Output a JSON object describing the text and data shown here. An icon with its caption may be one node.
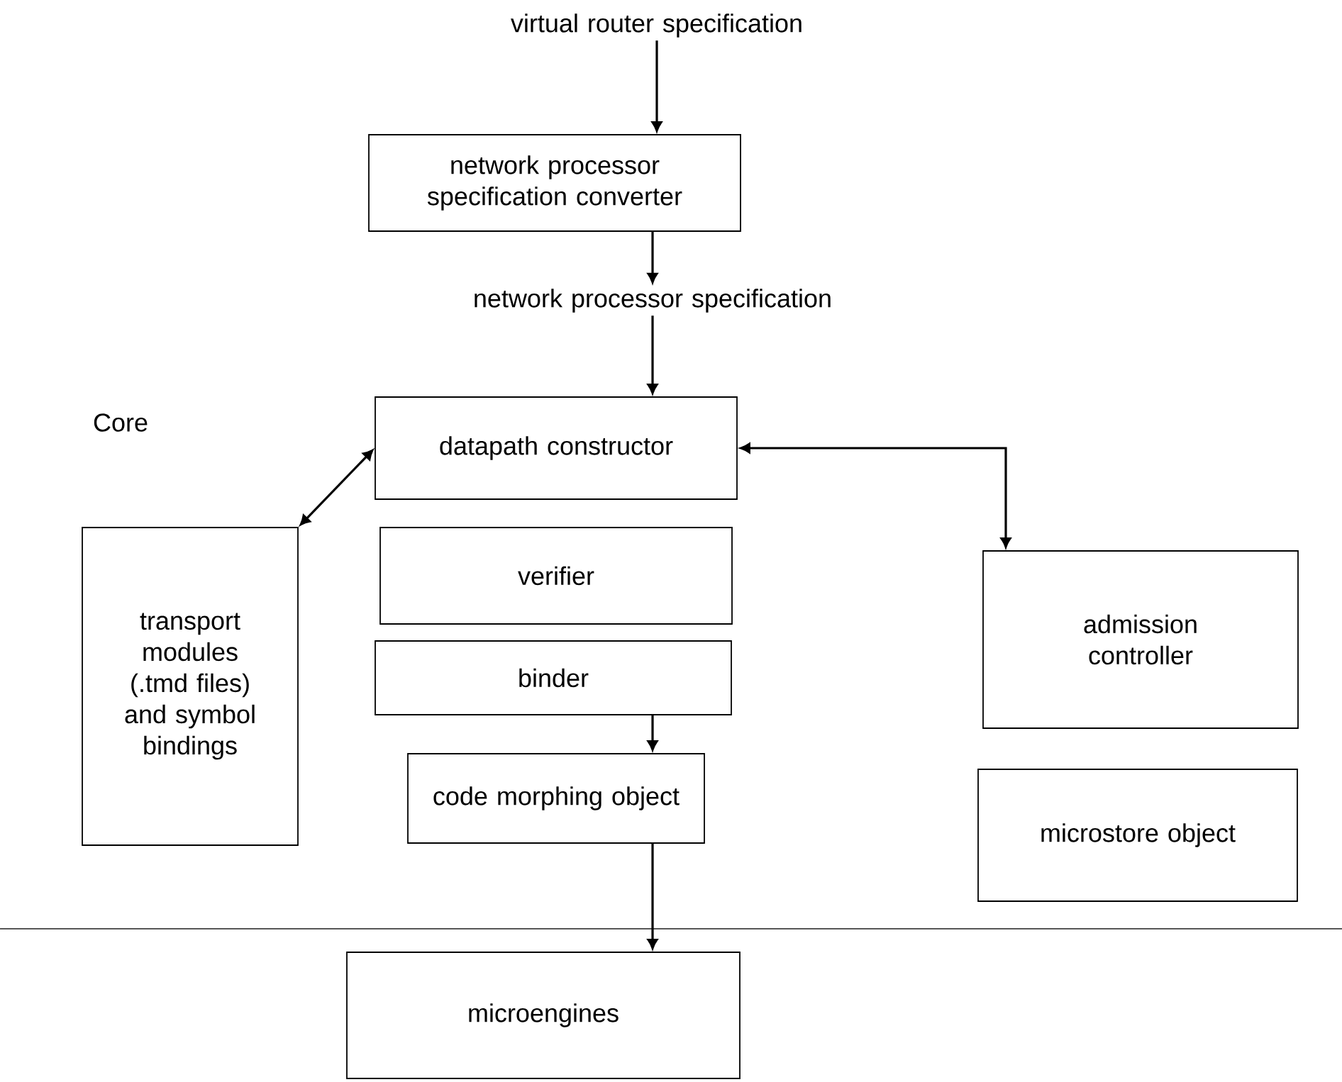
{
  "diagram": {
    "nodes": [
      {
        "text": [
          "virtual router specification"
        ]
      },
      {
        "text": [
          "network processor specification converter"
        ]
      },
      {
        "text": [
          "network processor specification"
        ]
      },
      {
        "text": [
          "datapath constructor"
        ]
      },
      {
        "text": [
          "verifier"
        ]
      },
      {
        "text": [
          "binder"
        ]
      },
      {
        "text": [
          "code morphing object"
        ]
      },
      {
        "text": [
          "microengines"
        ]
      },
      {
        "text": [
          "transport modules (.tmd files) and symbol bindings"
        ]
      },
      {
        "text": [
          "admission controller"
        ]
      },
      {
        "text": [
          "microstore object"
        ]
      }
    ],
    "edges": [
      {
        "from": 0,
        "to": 1,
        "arrow": "to"
      },
      {
        "from": 1,
        "to": 2,
        "arrow": "to"
      },
      {
        "from": 2,
        "to": 3,
        "arrow": "to"
      },
      {
        "from": 8,
        "to": 3,
        "arrow": "both"
      },
      {
        "from": 3,
        "to": 9,
        "arrow": "both"
      },
      {
        "from": 5,
        "to": 6,
        "arrow": "to"
      },
      {
        "from": 6,
        "to": 7,
        "arrow": "to"
      }
    ],
    "labels": [
      "Core"
    ]
  }
}
